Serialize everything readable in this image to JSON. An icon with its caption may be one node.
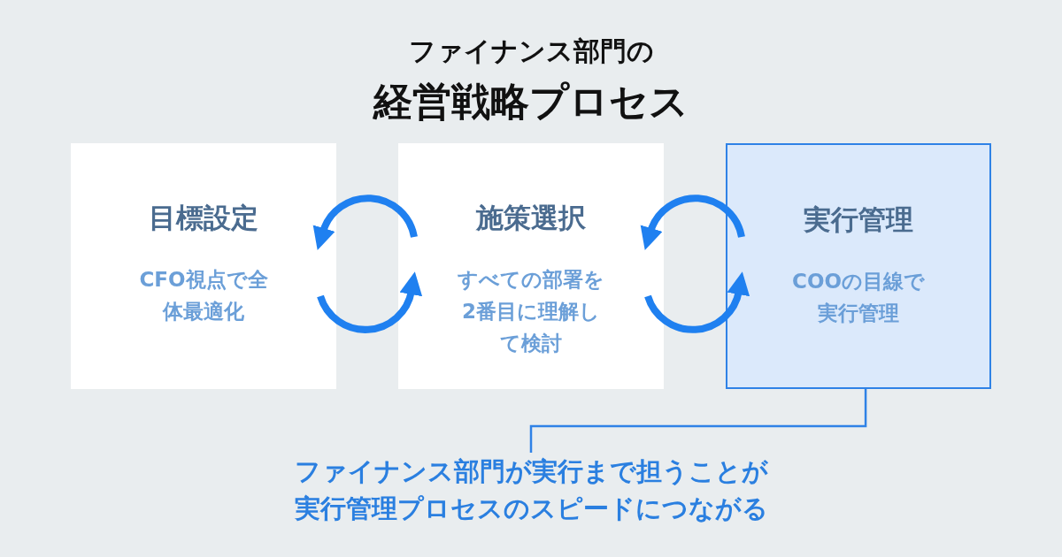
{
  "diagram": {
    "title": "経営戦略プロセス",
    "labels": [
      "ファイナンス部門の"
    ],
    "nodes": [
      {
        "text": [
          "目標設定",
          "CFO視点で全体最適化"
        ]
      },
      {
        "text": [
          "施策選択",
          "すべての部署を2番目に理解して検討"
        ]
      },
      {
        "text": [
          "実行管理",
          "COOの目線で実行管理"
        ]
      },
      {
        "text": [
          "ファイナンス部門が実行まで担うことが実行管理プロセスのスピードにつながる"
        ]
      }
    ],
    "edges": [
      {
        "from": 1,
        "to": 0,
        "arrow": "to"
      },
      {
        "from": 0,
        "to": 1,
        "arrow": "to"
      },
      {
        "from": 2,
        "to": 1,
        "arrow": "to"
      },
      {
        "from": 1,
        "to": 2,
        "arrow": "to"
      },
      {
        "from": 2,
        "to": 3,
        "arrow": "none"
      }
    ]
  }
}
